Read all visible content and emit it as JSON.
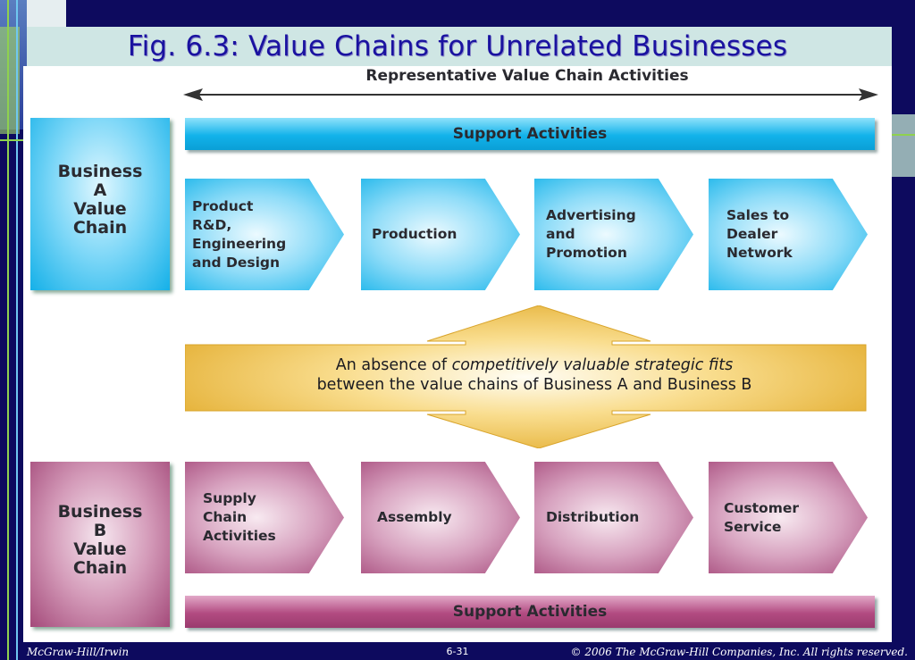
{
  "title": "Fig. 6.3:  Value  Chains  for  Unrelated  Businesses",
  "axis_label": "Representative Value Chain Activities",
  "business_a": {
    "label_lines": [
      "Business",
      "A",
      "Value",
      "Chain"
    ],
    "support": "Support Activities",
    "color": "#12b2ea",
    "activities": [
      {
        "lines": [
          "Product",
          "R&D,",
          "Engineering",
          "and Design"
        ]
      },
      {
        "lines": [
          "Production"
        ]
      },
      {
        "lines": [
          "Advertising",
          "and",
          "Promotion"
        ]
      },
      {
        "lines": [
          "Sales to",
          "Dealer",
          "Network"
        ]
      }
    ]
  },
  "business_b": {
    "label_lines": [
      "Business",
      "B",
      "Value",
      "Chain"
    ],
    "support": "Support Activities",
    "color": "#b24b81",
    "activities": [
      {
        "lines": [
          "Supply",
          "Chain",
          "Activities"
        ]
      },
      {
        "lines": [
          "Assembly"
        ]
      },
      {
        "lines": [
          "Distribution"
        ]
      },
      {
        "lines": [
          "Customer",
          "Service"
        ]
      }
    ]
  },
  "fit_statement": {
    "line1_before": "An absence of ",
    "line1_italic": "competitively valuable strategic fits",
    "line2": "between the value chains of Business A and Business B",
    "color": "#f0c24b"
  },
  "footer": {
    "left": "McGraw-Hill/Irwin",
    "center": "6-31",
    "right": "© 2006 The McGraw-Hill Companies, Inc. All rights reserved."
  }
}
